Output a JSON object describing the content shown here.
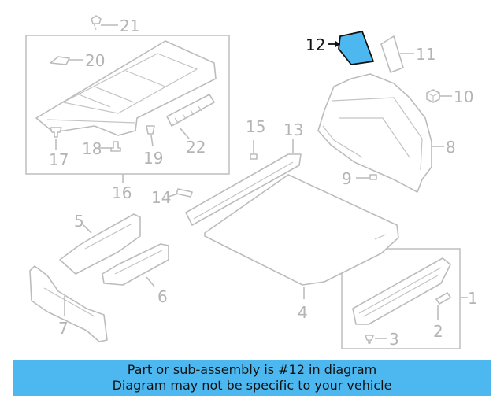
{
  "callouts": {
    "c1": "1",
    "c2": "2",
    "c3": "3",
    "c4": "4",
    "c5": "5",
    "c6": "6",
    "c7": "7",
    "c8": "8",
    "c9": "9",
    "c10": "10",
    "c11": "11",
    "c12": "12",
    "c13": "13",
    "c14": "14",
    "c15": "15",
    "c16": "16",
    "c17": "17",
    "c18": "18",
    "c19": "19",
    "c20": "20",
    "c21": "21",
    "c22": "22"
  },
  "highlight": {
    "part_number": "12",
    "color": "#4db8f0"
  },
  "banner": {
    "line1": "Part or sub-assembly is #12 in diagram",
    "line2": "Diagram may not be specific to your vehicle",
    "color": "#4db8f0"
  }
}
